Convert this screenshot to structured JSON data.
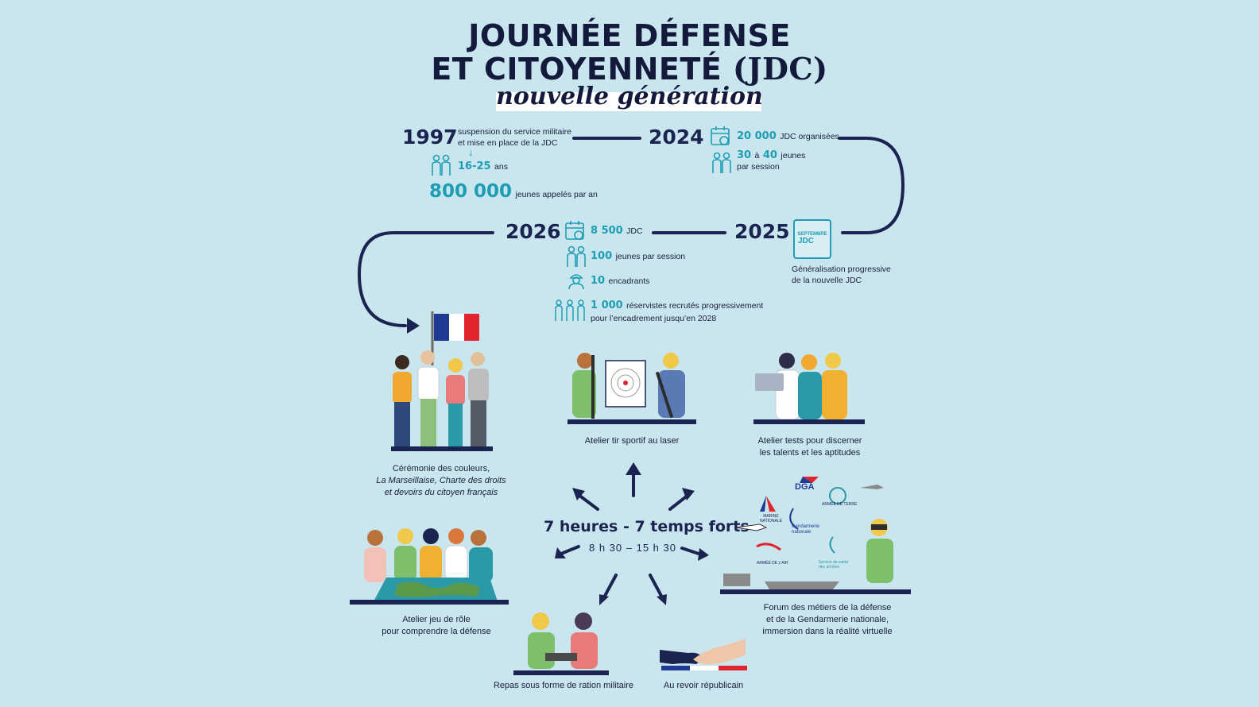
{
  "header": {
    "title_line1": "JOURNÉE DÉFENSE",
    "title_line2": "ET CITOYENNETÉ",
    "title_paren": "(JDC)",
    "subtitle": "nouvelle génération"
  },
  "timeline": {
    "y1997": {
      "year": "1997",
      "desc_line1": "suspension du service militaire",
      "desc_line2": "et mise en place de la JDC",
      "age_value": "16-25",
      "age_unit": "ans",
      "count_value": "800 000",
      "count_label": "jeunes appelés par an"
    },
    "y2024": {
      "year": "2024",
      "jdc_value": "20 000",
      "jdc_label": "JDC organisées",
      "range_from": "30",
      "range_sep": "à",
      "range_to": "40",
      "range_label_1": "jeunes",
      "range_label_2": "par session"
    },
    "y2025": {
      "year": "2025",
      "badge_top": "SEPTEMBRE",
      "badge_main": "JDC",
      "desc_line1": "Généralisation progressive",
      "desc_line2": "de la nouvelle JDC"
    },
    "y2026": {
      "year": "2026",
      "jdc_value": "8 500",
      "jdc_label": "JDC",
      "session_value": "100",
      "session_label": "jeunes par session",
      "staff_value": "10",
      "staff_label": "encadrants",
      "reserve_value": "1 000",
      "reserve_label_1": "réservistes recrutés progressivement",
      "reserve_label_2": "pour l’encadrement jusqu’en 2028"
    }
  },
  "center": {
    "title": "7 heures - 7 temps forts",
    "hours": "8 h 30 – 15 h 30"
  },
  "activities": {
    "ceremony_1": "Cérémonie des couleurs,",
    "ceremony_2": "La Marseillaise, Charte des droits",
    "ceremony_3": "et devoirs du citoyen français",
    "laser": "Atelier tir sportif au laser",
    "tests_1": "Atelier tests pour discerner",
    "tests_2": "les talents et les aptitudes",
    "roleplay_1": "Atelier jeu de rôle",
    "roleplay_2": "pour comprendre la défense",
    "forum_1": "Forum des métiers de la défense",
    "forum_2": "et de la Gendarmerie nationale,",
    "forum_3": "immersion dans la réalité virtuelle",
    "meal": "Repas sous forme de ration militaire",
    "goodbye": "Au revoir républicain"
  },
  "logos": {
    "dga": "DGA",
    "marine_1": "MARINE",
    "marine_2": "NATIONALE",
    "armee_terre": "ARMÉE DE TERRE",
    "gendarmerie_1": "Gendarmerie",
    "gendarmerie_2": "nationale",
    "armee_air": "ARMÉE DE L'AIR",
    "sante_1": "Service de santé",
    "sante_2": "des armées"
  },
  "colors": {
    "background": "#c9e6ef",
    "navy": "#1b2350",
    "teal": "#1e9db4",
    "flag_blue": "#1f3a93",
    "flag_red": "#e1252f"
  }
}
